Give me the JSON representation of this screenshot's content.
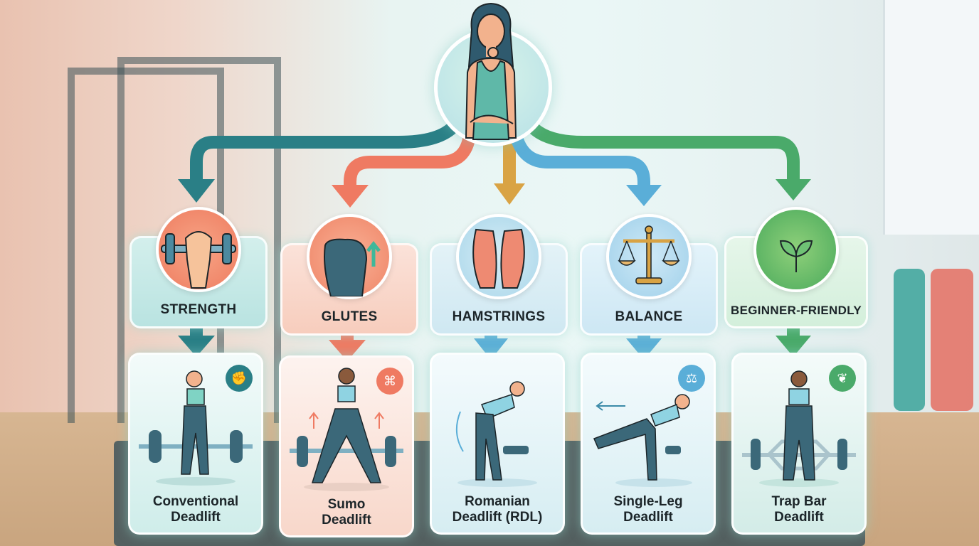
{
  "diagram": {
    "type": "decision-tree",
    "root": {
      "label": "thinking-woman",
      "description": "Woman considering which deadlift to choose"
    },
    "colors": {
      "strength": "#2a7f86",
      "glutes": "#ef7a62",
      "hamstrings": "#d9a344",
      "balance": "#5aaed8",
      "beginner": "#4aaa6a"
    },
    "categories": [
      {
        "label": "STRENGTH",
        "icon": "fist-dumbbell-icon"
      },
      {
        "label": "GLUTES",
        "icon": "glutes-arrow-up-icon"
      },
      {
        "label": "HAMSTRINGS",
        "icon": "hamstring-muscle-icon"
      },
      {
        "label": "BALANCE",
        "icon": "scales-icon"
      },
      {
        "label": "BEGINNER-FRIENDLY",
        "icon": "leaf-badge-icon"
      }
    ],
    "exercises": [
      {
        "line1": "Conventional",
        "line2": "Deadlift",
        "badge": "fist-dumbbell-icon"
      },
      {
        "line1": "Sumo",
        "line2": "Deadlift",
        "badge": "glutes-icon"
      },
      {
        "line1": "Romanian",
        "line2": "Deadlift (RDL)",
        "badge": ""
      },
      {
        "line1": "Single-Leg",
        "line2": "Deadlift",
        "badge": "scales-icon"
      },
      {
        "line1": "Trap Bar",
        "line2": "Deadlift",
        "badge": "leaf-icon"
      }
    ]
  }
}
